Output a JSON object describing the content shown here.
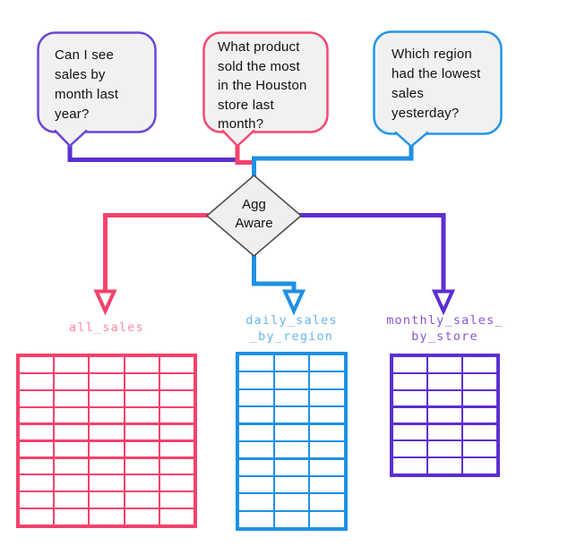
{
  "diagram": {
    "bubbles": [
      {
        "text": "Can I see\nsales by\nmonth last\nyear?"
      },
      {
        "text": "What product\nsold the most\nin the Houston\nstore last\nmonth?"
      },
      {
        "text": "Which region\nhad the lowest\nsales\nyesterday?"
      }
    ],
    "decision": {
      "label": "Agg\nAware"
    },
    "tables": [
      {
        "name": "all_sales",
        "rows": 10,
        "cols": 5,
        "color": "#f5416c",
        "label_color": "#fb8aa2"
      },
      {
        "name": "daily_sales\n_by_region",
        "rows": 10,
        "cols": 3,
        "color": "#1e90e4",
        "label_color": "#66b6ee"
      },
      {
        "name": "monthly_sales_\nby_store",
        "rows": 7,
        "cols": 3,
        "color": "#5c2fd0",
        "label_color": "#8356d6"
      }
    ],
    "colors": {
      "purple": "#5c2fd0",
      "pink": "#f5416c",
      "blue": "#1e90e4",
      "bubble_purple": "#6b45d6",
      "bubble_pink": "#f6496f",
      "bubble_blue": "#2196e8",
      "bubble_fill": "#f1f1f2",
      "diamond_fill": "#efeff0",
      "diamond_stroke": "#4e4e4e"
    }
  }
}
